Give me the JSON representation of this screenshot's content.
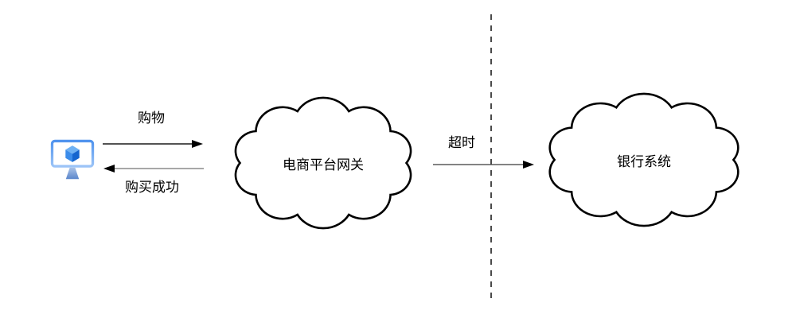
{
  "diagram": {
    "type": "sequence-flow-diagram",
    "client": {
      "icon": "monitor-cube-icon",
      "description": "client computer with blue cube"
    },
    "flows": [
      {
        "id": "request",
        "label": "购物",
        "direction": "right",
        "from": "client",
        "to": "gateway"
      },
      {
        "id": "response",
        "label": "购买成功",
        "direction": "left",
        "from": "gateway",
        "to": "client"
      },
      {
        "id": "timeout",
        "label": "超时",
        "direction": "right",
        "from": "gateway",
        "to": "bank"
      }
    ],
    "nodes": [
      {
        "id": "gateway",
        "label": "电商平台网关",
        "shape": "cloud"
      },
      {
        "id": "bank",
        "label": "银行系统",
        "shape": "cloud"
      }
    ],
    "separator": {
      "style": "vertical-dashed-line"
    },
    "colors": {
      "background": "#ffffff",
      "text": "#000000",
      "cloud_stroke": "#000000",
      "request_line": "#1a1a1a",
      "response_line": "#8c8c8c",
      "timeout_line": "#5a5a5a",
      "arrowhead": "#000000",
      "dashed_line": "#4a4a4a",
      "monitor_frame": "#4f93ee",
      "cube_top": "#6fb1f3",
      "cube_left": "#3b8cea",
      "cube_right": "#1565cf",
      "stand": "#5b87cc"
    }
  }
}
